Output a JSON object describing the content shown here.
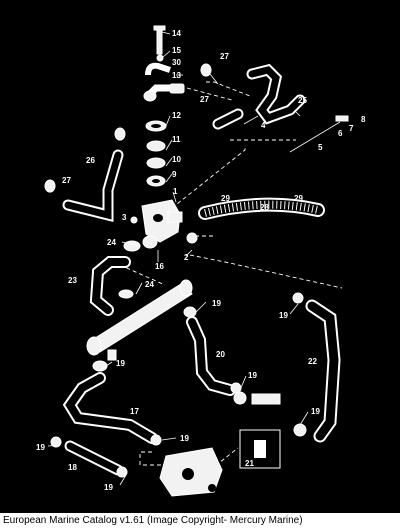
{
  "diagram": {
    "callouts": [
      "14",
      "15",
      "30",
      "13",
      "27",
      "27",
      "12",
      "25",
      "4",
      "8",
      "6",
      "7",
      "5",
      "11",
      "10",
      "9",
      "1",
      "27",
      "26",
      "29",
      "28",
      "29",
      "3",
      "24",
      "2",
      "16",
      "23",
      "24",
      "19",
      "19",
      "22",
      "20",
      "19",
      "19",
      "17",
      "19",
      "19",
      "18",
      "19",
      "21"
    ]
  },
  "footer": {
    "caption": "European Marine Catalog v1.61 (Image Copyright- Mercury Marine)"
  },
  "colors": {
    "background": "#000000",
    "line_art": "#ffffff",
    "caption_bar": "#ffffff",
    "caption_text": "#000000"
  }
}
